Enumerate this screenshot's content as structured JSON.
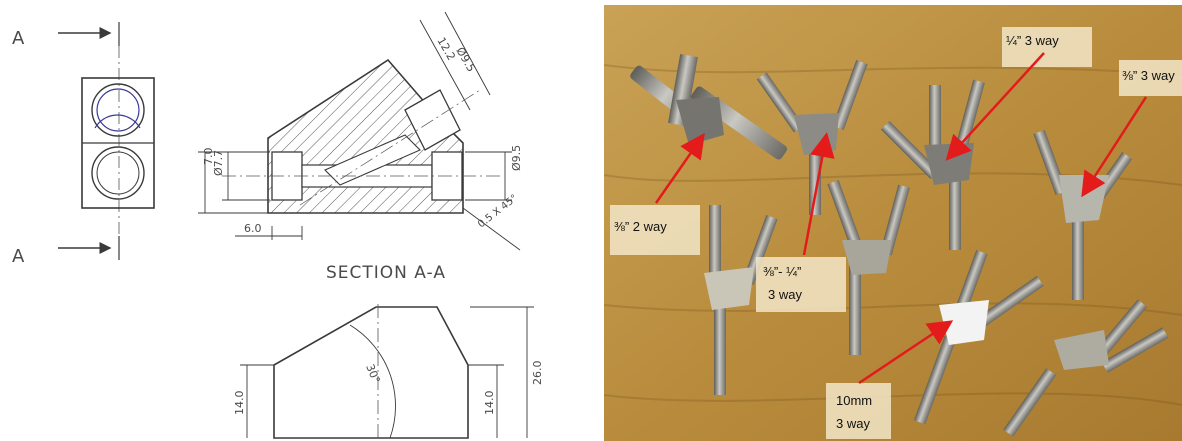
{
  "drawing": {
    "section_marker_top": "A",
    "section_marker_bottom": "A",
    "section_title": "SECTION A-A",
    "dimensions": {
      "dia_outlet_top": "Ø9.5",
      "offset_12_2": "12.2",
      "dia_outlet_right": "Ø9.5",
      "dia_inlet_left": "Ø7.7",
      "height_7_0": "7.0",
      "depth_6_0": "6.0",
      "chamfer": "0.5 X 45°",
      "angle_30": "30°",
      "height_26_0": "26.0",
      "left_14_0": "14.0",
      "right_14_0": "14.0"
    },
    "colors": {
      "line": "#3a3a3a",
      "hatch": "#555555",
      "circle_accent": "#3a3a9a"
    }
  },
  "photo": {
    "labels": [
      {
        "id": "label-quarter-3way",
        "lines": [
          "¼” 3 way"
        ]
      },
      {
        "id": "label-threeeighths-3way",
        "lines": [
          "⅜” 3 way"
        ]
      },
      {
        "id": "label-threeeighths-2way",
        "lines": [
          "⅜” 2 way"
        ]
      },
      {
        "id": "label-threeeighths-quarter-3way",
        "lines": [
          "⅜”- ¼”",
          "3 way"
        ]
      },
      {
        "id": "label-10mm-3way",
        "lines": [
          "10mm",
          "3 way"
        ]
      }
    ],
    "colors": {
      "bench": "#c49a46",
      "bench_dark": "#8a6526",
      "arrow": "#e31b1b",
      "steel": "#9b9a95",
      "label_bg": "#f2e6c8"
    }
  }
}
